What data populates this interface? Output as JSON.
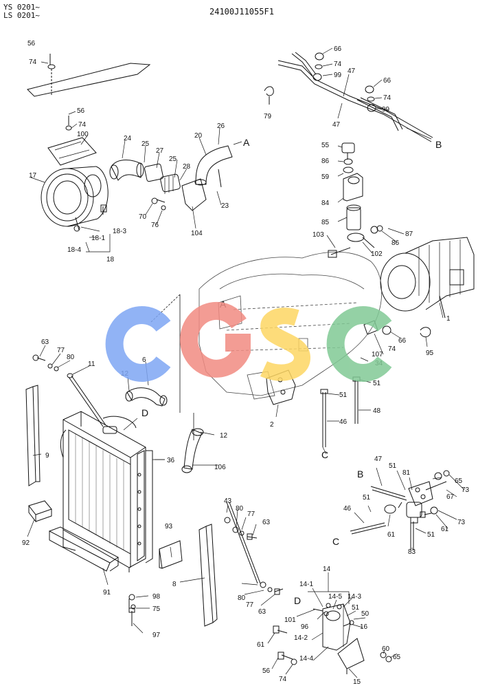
{
  "header": {
    "serial_line_1": "YS 0201~",
    "serial_line_2": "LS 0201~",
    "drawing_number": "24100J11055F1"
  },
  "watermark": {
    "letters": [
      "C",
      "G",
      "S",
      "C"
    ],
    "colors": [
      "#7ea6f4",
      "#f28b82",
      "#fdd663",
      "#81c995"
    ]
  },
  "letters": {
    "A": "A",
    "B": "B",
    "C": "C",
    "D": "D"
  },
  "parts": {
    "p1": "1",
    "p2": "2",
    "p6": "6",
    "p8": "8",
    "p9": "9",
    "p11": "11",
    "p12": "12",
    "p14": "14",
    "p14_1": "14-1",
    "p14_2": "14-2",
    "p14_3": "14-3",
    "p14_4": "14-4",
    "p14_5": "14-5",
    "p15": "15",
    "p16": "16",
    "p17": "17",
    "p18": "18",
    "p18_1": "18-1",
    "p18_3": "18-3",
    "p18_4": "18-4",
    "p20": "20",
    "p23": "23",
    "p24": "24",
    "p25": "25",
    "p26": "26",
    "p27": "27",
    "p28": "28",
    "p34": "34",
    "p36": "36",
    "p43": "43",
    "p46": "46",
    "p47": "47",
    "p48": "48",
    "p50": "50",
    "p51": "51",
    "p55": "55",
    "p56": "56",
    "p59": "59",
    "p60": "60",
    "p61": "61",
    "p63": "63",
    "p65": "65",
    "p66": "66",
    "p67": "67",
    "p70": "70",
    "p73": "73",
    "p74": "74",
    "p75": "75",
    "p76": "76",
    "p77": "77",
    "p79": "79",
    "p80": "80",
    "p81": "81",
    "p83": "83",
    "p84": "84",
    "p85": "85",
    "p86": "86",
    "p87": "87",
    "p91": "91",
    "p92": "92",
    "p93": "93",
    "p95": "95",
    "p96": "96",
    "p97": "97",
    "p98": "98",
    "p99": "99",
    "p100": "100",
    "p101": "101",
    "p102": "102",
    "p103": "103",
    "p104": "104",
    "p106": "106",
    "p107": "107"
  }
}
